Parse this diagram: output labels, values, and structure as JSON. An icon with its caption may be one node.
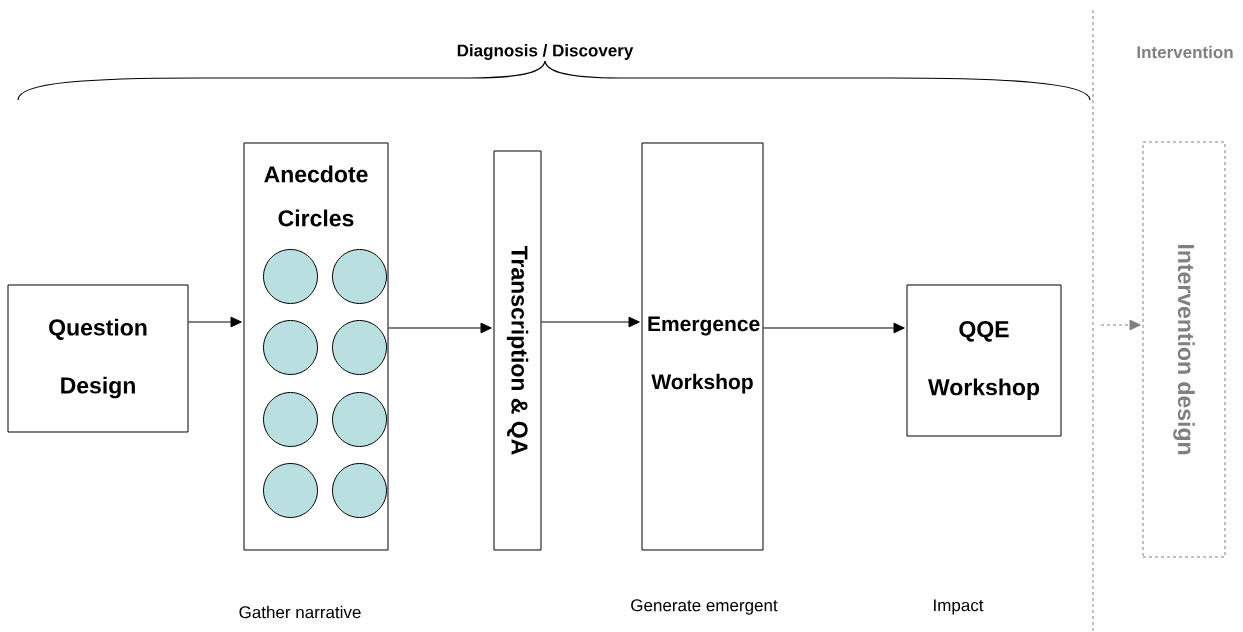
{
  "diagram": {
    "nodes": [
      {
        "text": [
          "Question Design"
        ]
      },
      {
        "text": [
          "Anecdote Circles"
        ]
      },
      {
        "text": [],
        "shape": "circle",
        "in": 1
      },
      {
        "text": [],
        "shape": "circle",
        "in": 1
      },
      {
        "text": [],
        "shape": "circle",
        "in": 1
      },
      {
        "text": [],
        "shape": "circle",
        "in": 1
      },
      {
        "text": [],
        "shape": "circle",
        "in": 1
      },
      {
        "text": [],
        "shape": "circle",
        "in": 1
      },
      {
        "text": [],
        "shape": "circle",
        "in": 1
      },
      {
        "text": [],
        "shape": "circle",
        "in": 1
      },
      {
        "text": [
          "Transcription & QA"
        ]
      },
      {
        "text": [
          "Emergence Workshop"
        ]
      },
      {
        "text": [
          "QQE Workshop"
        ]
      },
      {
        "text": [
          "Intervention design"
        ]
      }
    ],
    "edges": [
      {
        "from": 0,
        "to": 1,
        "arrow": "to"
      },
      {
        "from": 1,
        "to": 10,
        "arrow": "to"
      },
      {
        "from": 10,
        "to": 11,
        "arrow": "to"
      },
      {
        "from": 11,
        "to": 12,
        "arrow": "to"
      },
      {
        "from": null,
        "to": 13,
        "arrow": "to",
        "style": "dashed",
        "color": "#808080"
      }
    ],
    "labels": [
      "Diagnosis / Discovery",
      "Intervention",
      "Gather narrative",
      "Generate emergent",
      "Impact"
    ]
  }
}
